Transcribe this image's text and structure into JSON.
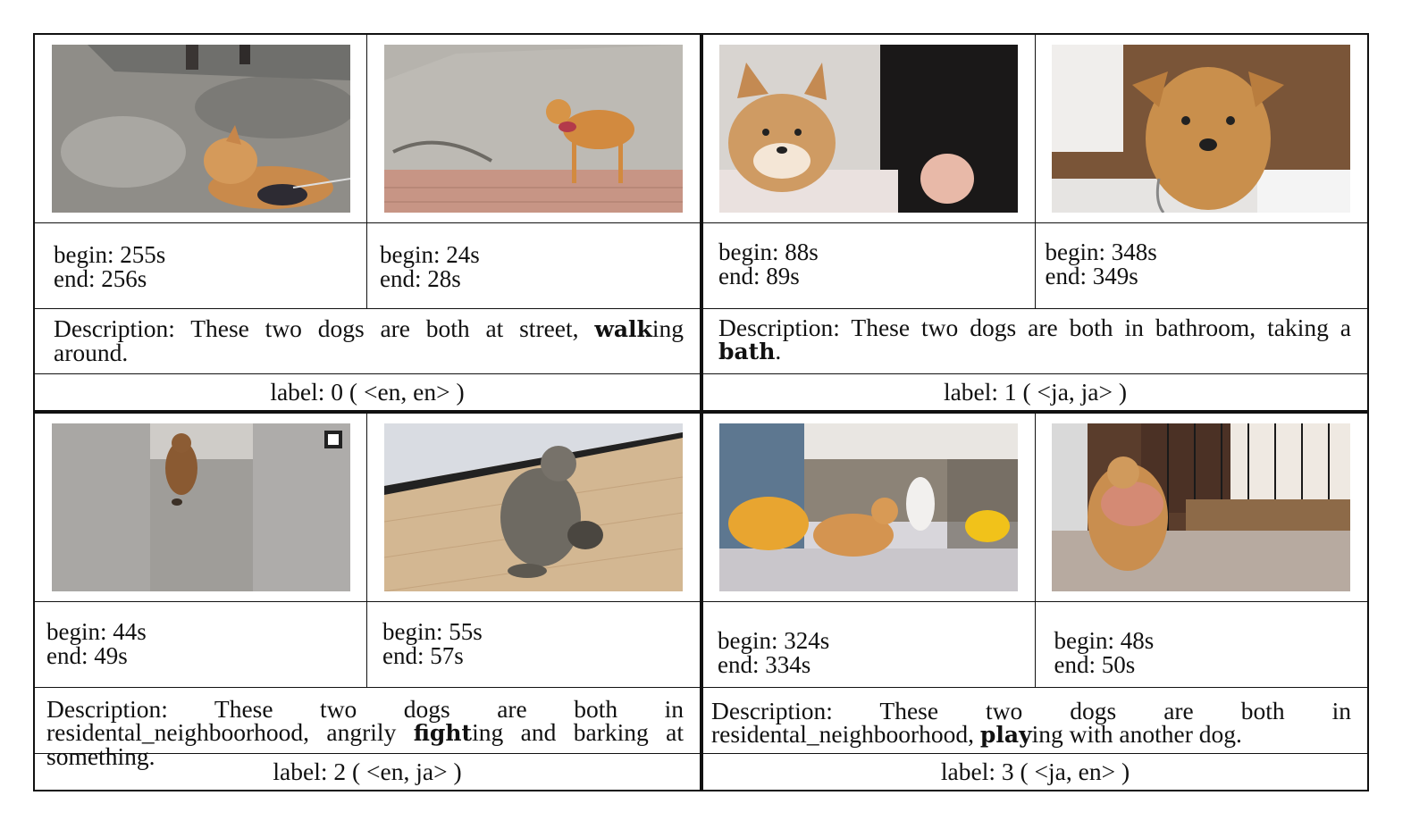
{
  "groups": [
    {
      "clips": [
        {
          "thumbnail_icon": "dog-on-leash-sidewalk-photo",
          "begin": "begin: 255s",
          "end": "end: 256s"
        },
        {
          "thumbnail_icon": "dog-by-concrete-wall-photo",
          "begin": "begin: 24s",
          "end": "end: 28s"
        }
      ],
      "description": {
        "pre": "Description: These two dogs are both at street, ",
        "bold": "walk",
        "post": "ing around."
      },
      "label": "label: 0 ( <en, en> )"
    },
    {
      "clips": [
        {
          "thumbnail_icon": "smiling-dog-indoors-photo",
          "begin": "begin: 88s",
          "end": "end: 89s"
        },
        {
          "thumbnail_icon": "wet-dog-bath-photo",
          "begin": "begin: 348s",
          "end": "end: 349s"
        }
      ],
      "description": {
        "pre": "Description: These two dogs are both in bathroom, taking a ",
        "bold": "bath",
        "post": "."
      },
      "label": "label: 1 ( <ja, ja> )"
    },
    {
      "clips": [
        {
          "thumbnail_icon": "dog-on-carpet-vertical-video-photo",
          "begin": "begin: 44s",
          "end": "end: 49s"
        },
        {
          "thumbnail_icon": "dog-on-wood-floor-photo",
          "begin": "begin: 55s",
          "end": "end: 57s"
        }
      ],
      "description": {
        "pre": "Description: These two dogs are both in residental_neighboorhood, angrily ",
        "bold": "fight",
        "post": "ing and barking at something."
      },
      "label": "label: 2 ( <en, ja> )"
    },
    {
      "clips": [
        {
          "thumbnail_icon": "dog-and-cat-in-room-photo",
          "begin": "begin: 324s",
          "end": "end: 334s"
        },
        {
          "thumbnail_icon": "dog-with-towel-photo",
          "begin": "begin: 48s",
          "end": "end: 50s"
        }
      ],
      "description": {
        "pre": "Description: These two dogs are both in residental_neighboorhood, ",
        "bold": "play",
        "post": "ing with another dog."
      },
      "label": "label: 3 ( <ja, en> )"
    }
  ]
}
